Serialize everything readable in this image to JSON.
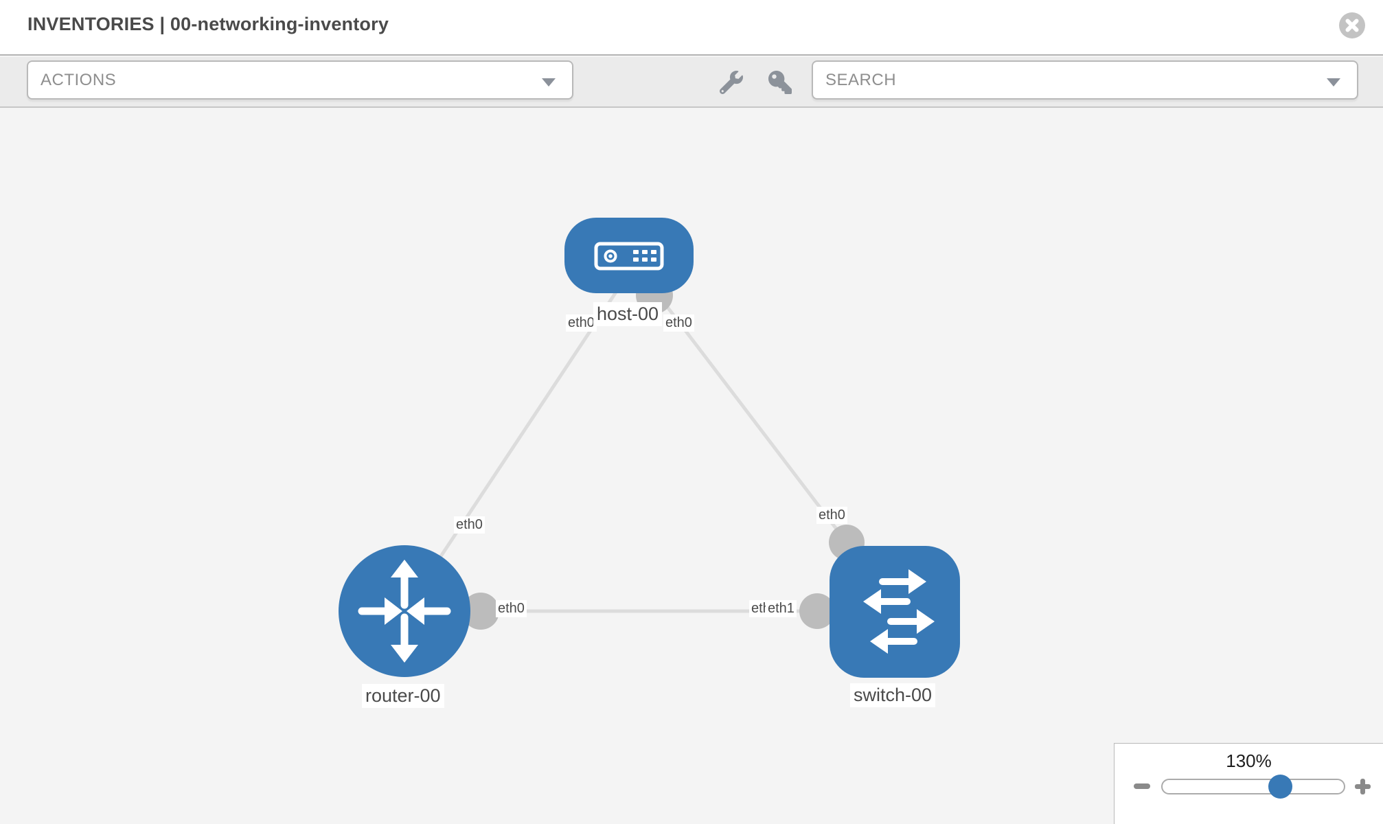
{
  "header": {
    "title": "INVENTORIES | 00-networking-inventory"
  },
  "toolbar": {
    "actions_placeholder": "ACTIONS",
    "search_placeholder": "SEARCH",
    "icons": [
      "wrench-icon",
      "key-icon"
    ]
  },
  "topology": {
    "nodes": [
      {
        "label": "host-00",
        "type": "host"
      },
      {
        "label": "router-00",
        "type": "router"
      },
      {
        "label": "switch-00",
        "type": "switch"
      }
    ],
    "links": [
      {
        "from": "host-00",
        "to": "router-00",
        "from_label": "eth0",
        "to_label": "eth0"
      },
      {
        "from": "host-00",
        "to": "switch-00",
        "from_label": "eth0",
        "to_label": "eth0"
      },
      {
        "from": "router-00",
        "to": "switch-00",
        "from_label": "eth0",
        "to_label": "eth1",
        "overlapped_label": "eth0"
      }
    ]
  },
  "zoom_control": {
    "percent": "130%"
  },
  "colors": {
    "node_blue": "#3879b6",
    "link_gray": "#dcdcdc",
    "connector_gray": "#bcbcbc",
    "canvas_bg": "#f4f4f4",
    "toolbar_bg": "#ebebeb"
  }
}
